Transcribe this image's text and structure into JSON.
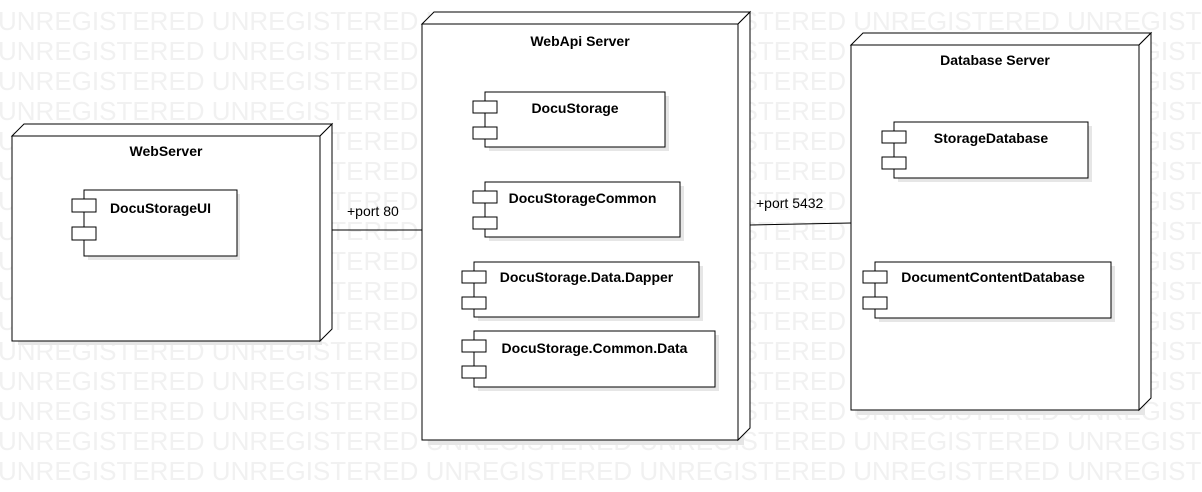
{
  "watermark": {
    "text": "UNREGISTERED"
  },
  "nodes": {
    "webserver": {
      "title": "WebServer",
      "components": [
        "DocuStorageUI"
      ]
    },
    "webapi": {
      "title": "WebApi Server",
      "components": [
        "DocuStorage",
        "DocuStorageCommon",
        "DocuStorage.Data.Dapper",
        "DocuStorage.Common.Data"
      ]
    },
    "database": {
      "title": "Database Server",
      "components": [
        "StorageDatabase",
        "DocumentContentDatabase"
      ]
    }
  },
  "connections": {
    "web_to_api": {
      "label": "+port 80"
    },
    "api_to_db": {
      "label": "+port 5432"
    }
  },
  "colors": {
    "line": "#000000",
    "shadow": "#e3e3e3",
    "watermark": "#f1f1f1",
    "background": "#ffffff"
  }
}
